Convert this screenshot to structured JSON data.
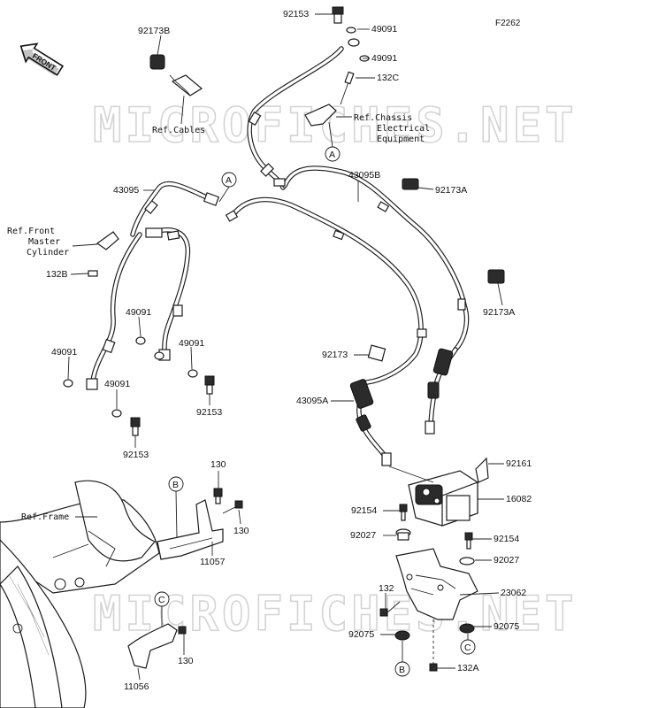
{
  "figure_code": "F2262",
  "front_marker": "FRONT",
  "watermark": "MICROFICHES.NET",
  "callouts": [
    "A",
    "A",
    "B",
    "B",
    "C",
    "C"
  ],
  "labels": {
    "p92153_top": "92153",
    "p49091_a": "49091",
    "p49091_b": "49091",
    "p92173B": "92173B",
    "p132C": "132C",
    "ref_cables": "Ref.Cables",
    "ref_chassis_1": "Ref.Chassis",
    "ref_chassis_2": "Electrical",
    "ref_chassis_3": "Equipment",
    "p43095": "43095",
    "p43095B": "43095B",
    "p92173A_a": "92173A",
    "p92173A_b": "92173A",
    "ref_front_1": "Ref.Front",
    "ref_front_2": "Master",
    "ref_front_3": "Cylinder",
    "p132B": "132B",
    "p49091_c": "49091",
    "p49091_d": "49091",
    "p49091_e": "49091",
    "p49091_f": "49091",
    "p92153_b": "92153",
    "p92153_c": "92153",
    "p92173": "92173",
    "p43095A": "43095A",
    "p92161": "92161",
    "p16082": "16082",
    "p92154_a": "92154",
    "p92154_b": "92154",
    "p92027_a": "92027",
    "p92027_b": "92027",
    "p23062": "23062",
    "p132": "132",
    "p92075_a": "92075",
    "p92075_b": "92075",
    "p132A": "132A",
    "p130_a": "130",
    "p130_b": "130",
    "p130_c": "130",
    "p11057": "11057",
    "p11056": "11056",
    "ref_frame": "Ref.Frame"
  }
}
